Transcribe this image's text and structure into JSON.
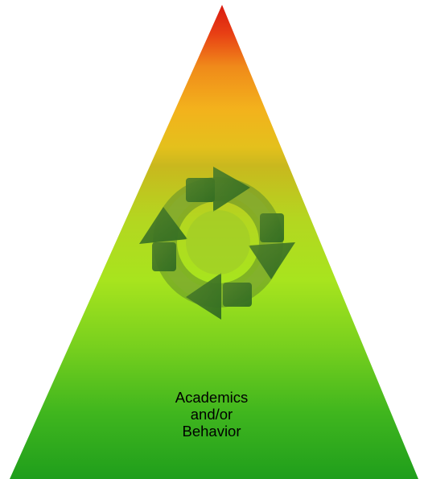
{
  "pyramid": {
    "colors": {
      "top": "#e81a10",
      "upper": "#f2a31c",
      "middle": "#d8d81a",
      "lower": "#a5e21c",
      "bottom": "#22a31c"
    },
    "cycle_icon": "cycle-arrows-icon",
    "label_lines": [
      "Academics",
      "and/or",
      "Behavior"
    ]
  }
}
